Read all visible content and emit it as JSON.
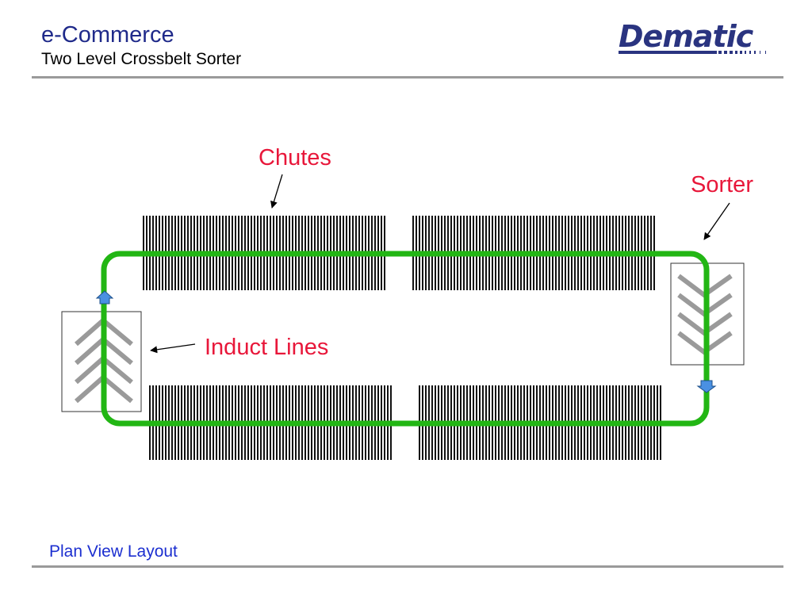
{
  "header": {
    "title": "e-Commerce",
    "subtitle": "Two Level Crossbelt Sorter",
    "logo_text": "Dematic"
  },
  "diagram": {
    "labels": {
      "chutes": "Chutes",
      "sorter": "Sorter",
      "induct_lines": "Induct Lines"
    },
    "colors": {
      "loop": "#22b614",
      "label": "#e8173a",
      "chevron": "#9a9a9a",
      "arrow": "#4a90e2",
      "brand": "#2a3480"
    }
  },
  "footer": {
    "label": "Plan View Layout"
  }
}
